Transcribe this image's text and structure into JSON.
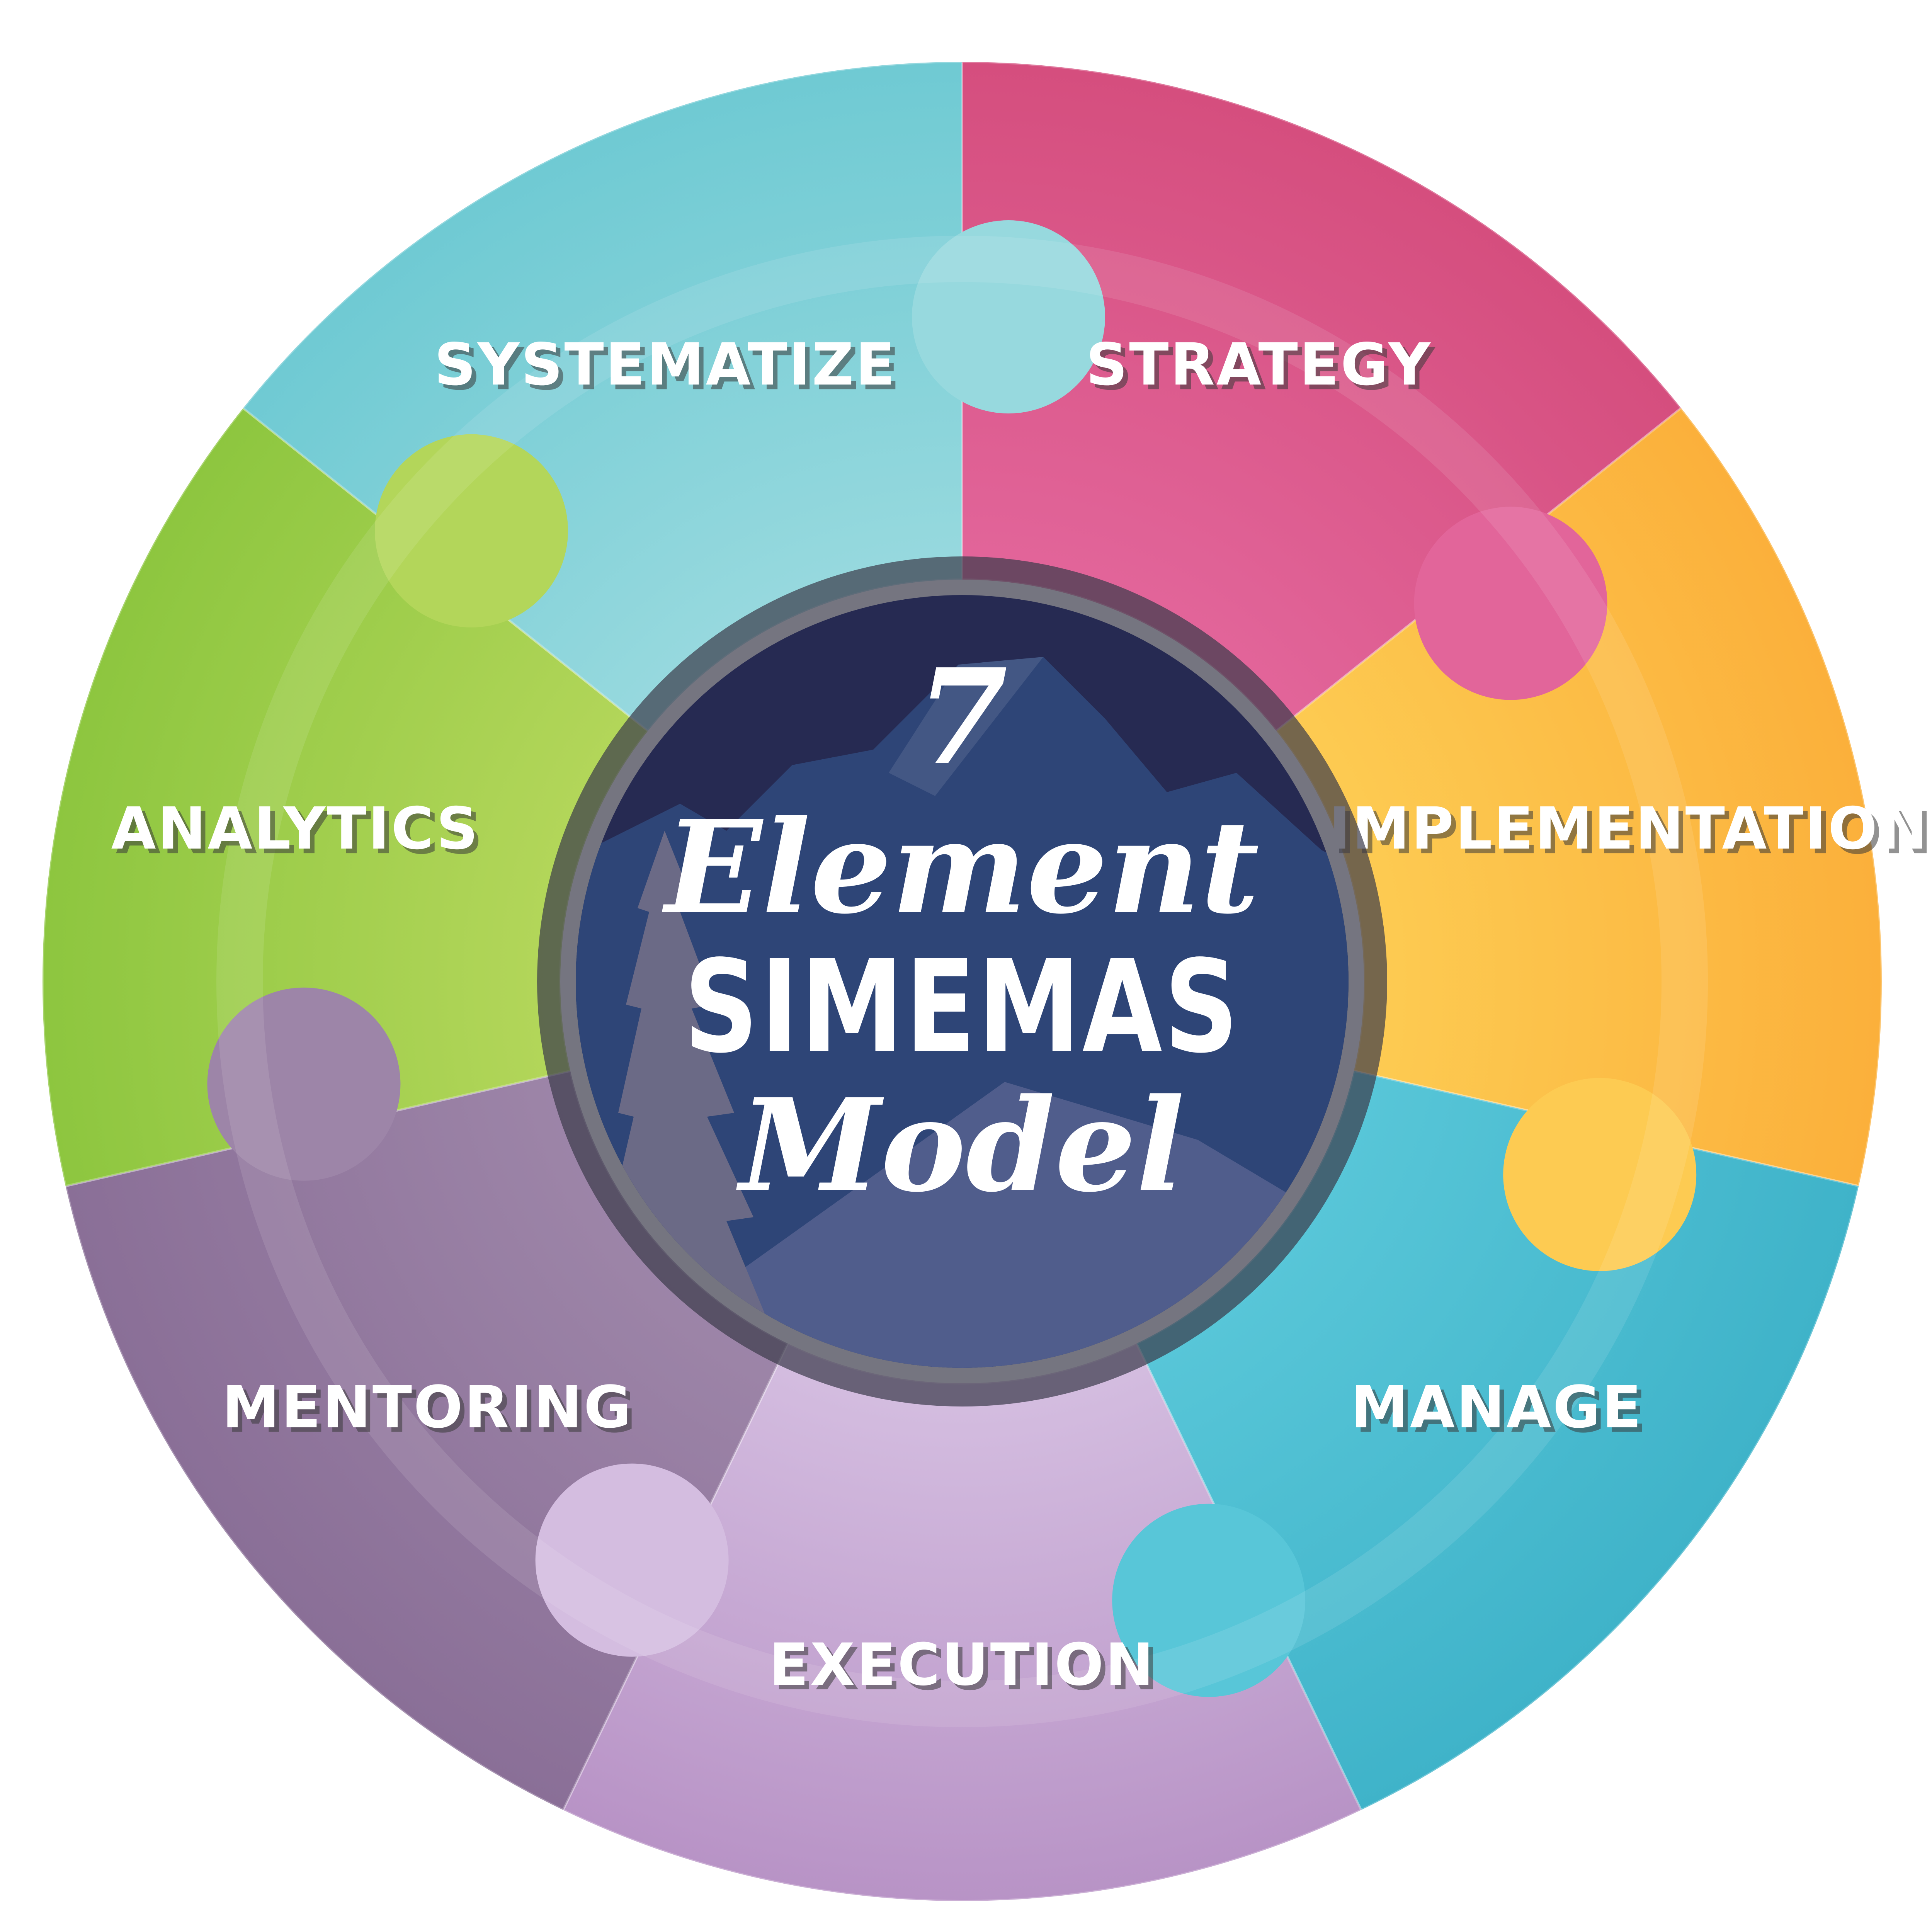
{
  "diagram": {
    "segments": [
      {
        "label": "STRATEGY",
        "color": "#d54e7e",
        "color_light": "#e2659a"
      },
      {
        "label": "IMPLEMENTATION",
        "color": "#fbb03b",
        "color_light": "#fdcb52"
      },
      {
        "label": "MANAGE",
        "color": "#3fb3c9",
        "color_light": "#58c6d8"
      },
      {
        "label": "EXECUTION",
        "color": "#b893c6",
        "color_light": "#d4bde0"
      },
      {
        "label": "MENTORING",
        "color": "#8a6f97",
        "color_light": "#9d85a8"
      },
      {
        "label": "ANALYTICS",
        "color": "#8dc63f",
        "color_light": "#b3d65a"
      },
      {
        "label": "SYSTEMATIZE",
        "color": "#6fcad3",
        "color_light": "#97d9de"
      }
    ],
    "center": {
      "number": "7",
      "word1": "Element",
      "word2": "SIMEMAS",
      "word3": "Model",
      "badge_color": "#262a52",
      "ring_color": "#3b3b4a",
      "mountain_color": "#2e4577",
      "tree_color": "#6b6a86"
    }
  }
}
